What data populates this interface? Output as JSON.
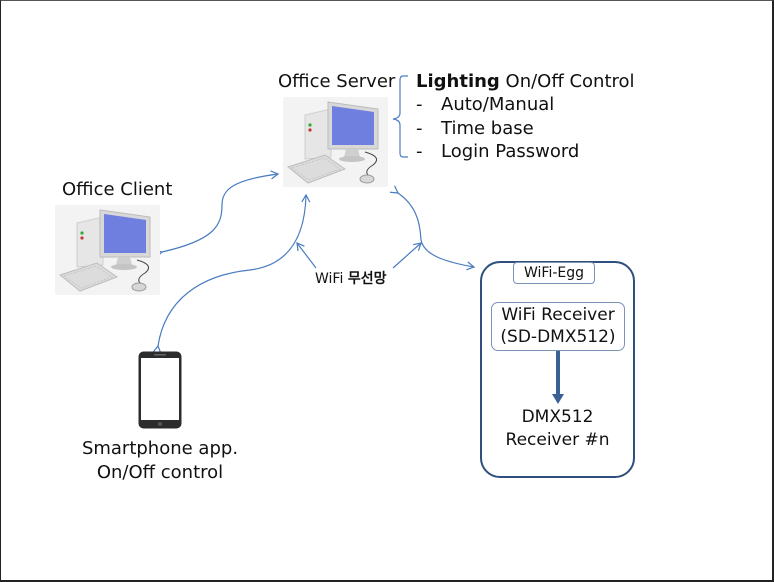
{
  "server": {
    "label": "Office Server",
    "features_title_bold": "Lighting",
    "features_title_rest": " On/Off Control",
    "features": [
      {
        "bullet": "-",
        "text": "Auto/Manual"
      },
      {
        "bullet": "-",
        "text": "Time base"
      },
      {
        "bullet": "-",
        "text": "Login Password"
      }
    ]
  },
  "client": {
    "label": "Office Client"
  },
  "network": {
    "label_latin": "WiFi",
    "label_korean": "무선망"
  },
  "smartphone": {
    "line1": "Smartphone app.",
    "line2": "On/Off control"
  },
  "wifi_egg": {
    "title": "WiFi-Egg",
    "receiver_line1": "WiFi Receiver",
    "receiver_line2": "(SD-DMX512)",
    "dmx_line1": "DMX512",
    "dmx_line2": "Receiver #n"
  },
  "colors": {
    "arrow": "#4a7cc0",
    "egg_border": "#2f4f7f",
    "inner_border": "#7a93b5",
    "down_arrow": "#3a6096",
    "screen": "#6f7fe0"
  }
}
